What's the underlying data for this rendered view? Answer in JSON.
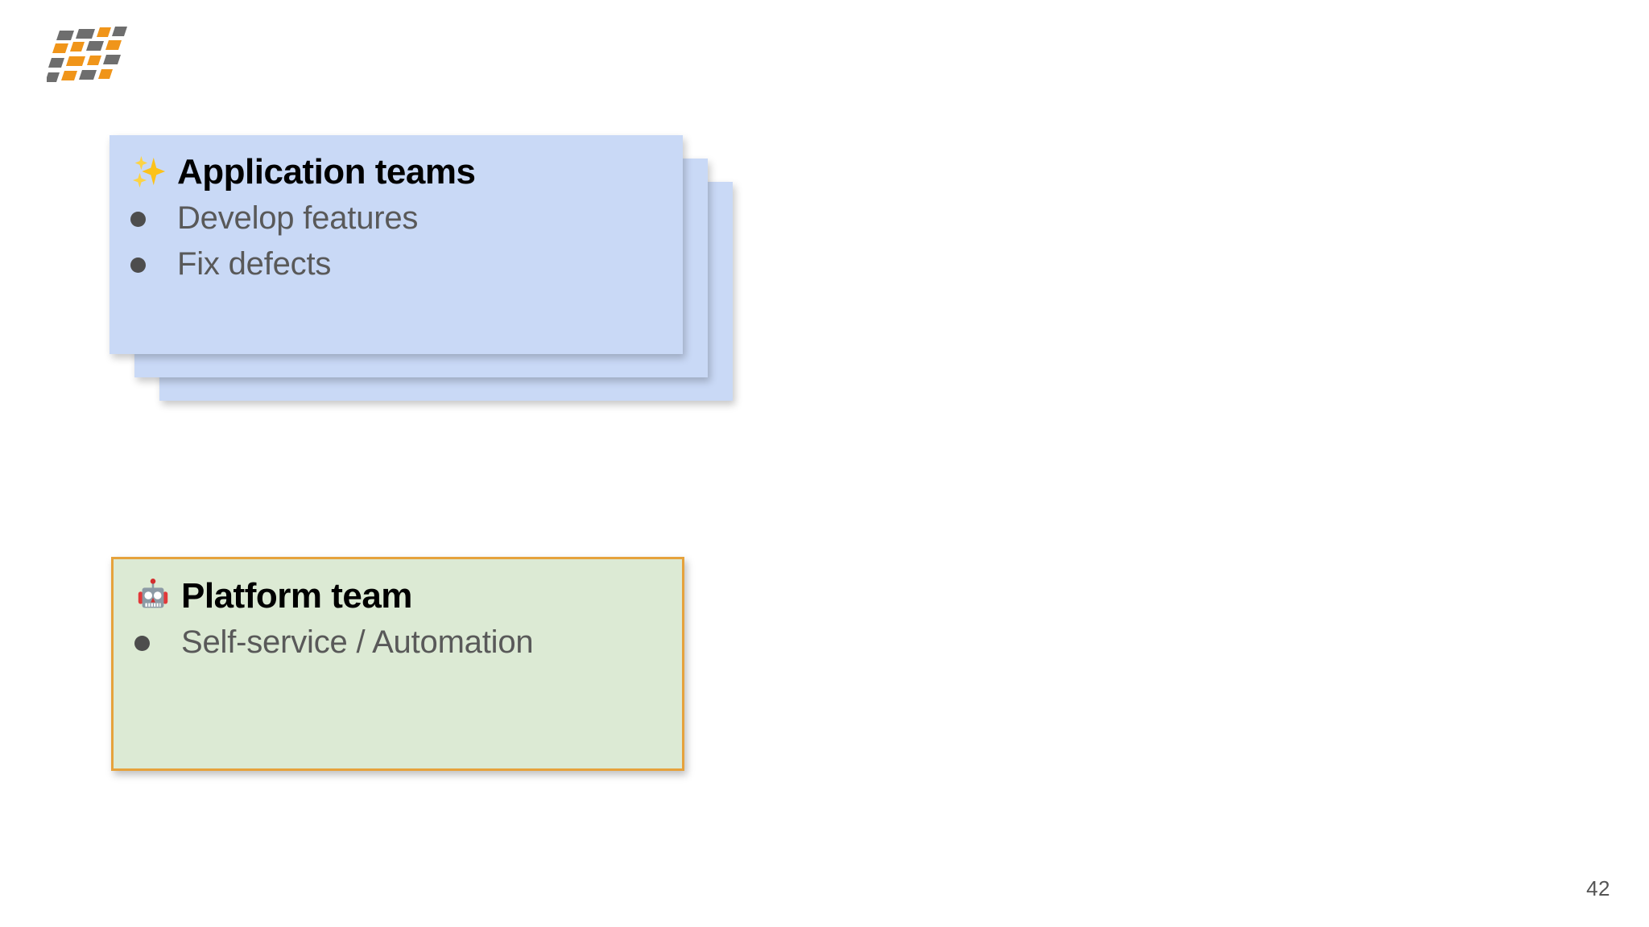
{
  "slide": {
    "background_color": "#ffffff",
    "page_number": "42"
  },
  "logo": {
    "name": "hashtag-dashes-logo",
    "colors": {
      "gray": "#6e6e6e",
      "orange": "#f0951a"
    }
  },
  "cards": [
    {
      "id": "application-teams",
      "kind": "stack",
      "stack_count": 3,
      "background_color": "#c9d9f6",
      "border_color": "none",
      "emoji": "sparkles-icon",
      "emoji_char": "✨",
      "title": "Application teams",
      "bullets": [
        "Develop features",
        "Fix defects"
      ]
    },
    {
      "id": "platform-team",
      "kind": "single",
      "stack_count": 1,
      "background_color": "#dcead4",
      "border_color": "#e6a23c",
      "emoji": "robot-icon",
      "emoji_char": "🤖",
      "title": "Platform team",
      "bullets": [
        "Self-service / Automation"
      ]
    }
  ]
}
